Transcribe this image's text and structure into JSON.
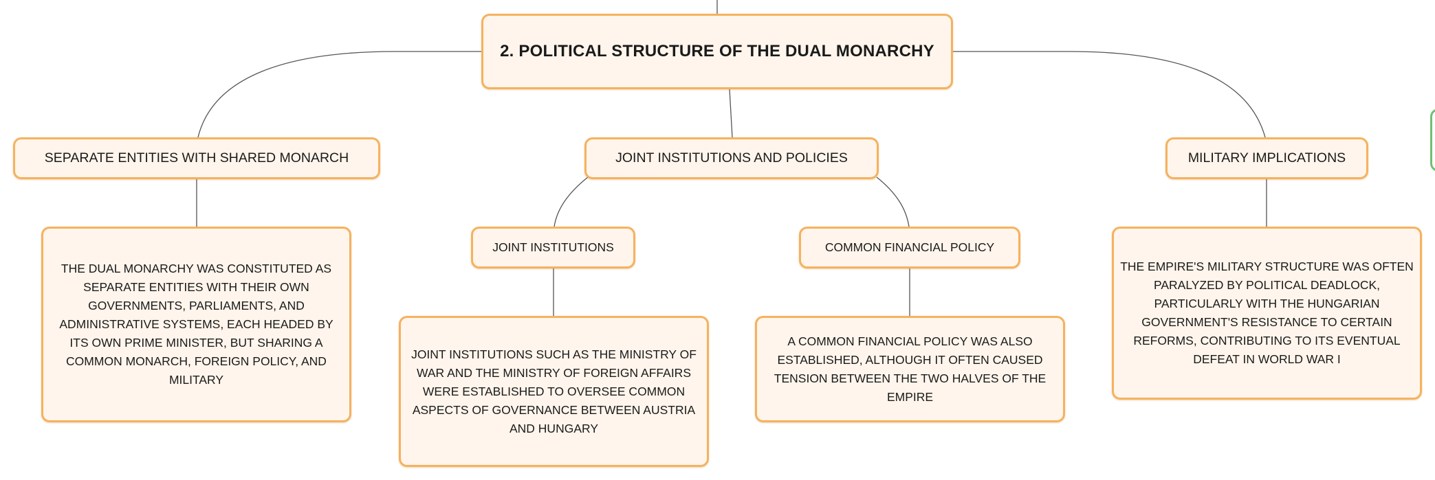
{
  "diagram": {
    "root": {
      "label": "2. POLITICAL STRUCTURE OF THE DUAL MONARCHY"
    },
    "branches": {
      "separate_entities": {
        "label": "SEPARATE ENTITIES WITH SHARED MONARCH",
        "detail": "THE DUAL MONARCHY WAS CONSTITUTED AS SEPARATE ENTITIES WITH THEIR OWN GOVERNMENTS, PARLIAMENTS, AND ADMINISTRATIVE SYSTEMS, EACH HEADED BY ITS OWN PRIME MINISTER, BUT SHARING A COMMON MONARCH, FOREIGN POLICY, AND MILITARY"
      },
      "joint_institutions_policies": {
        "label": "JOINT INSTITUTIONS AND POLICIES",
        "children": {
          "joint_institutions": {
            "label": "JOINT INSTITUTIONS",
            "detail": "JOINT INSTITUTIONS SUCH AS THE MINISTRY OF WAR AND THE MINISTRY OF FOREIGN AFFAIRS WERE ESTABLISHED TO OVERSEE COMMON ASPECTS OF GOVERNANCE BETWEEN AUSTRIA AND HUNGARY"
          },
          "common_financial_policy": {
            "label": "COMMON FINANCIAL POLICY",
            "detail": "A COMMON FINANCIAL POLICY WAS ALSO ESTABLISHED, ALTHOUGH IT OFTEN CAUSED TENSION BETWEEN THE TWO HALVES OF THE EMPIRE"
          }
        }
      },
      "military_implications": {
        "label": "MILITARY IMPLICATIONS",
        "detail": "THE EMPIRE'S MILITARY STRUCTURE WAS OFTEN PARALYZED BY POLITICAL DEADLOCK, PARTICULARLY WITH THE HUNGARIAN GOVERNMENT'S RESISTANCE TO CERTAIN REFORMS, CONTRIBUTING TO ITS EVENTUAL DEFEAT IN WORLD WAR I"
      }
    }
  },
  "colors": {
    "node_fill": "#fff5ec",
    "node_border": "#f5b25e",
    "connector": "#555555",
    "side_tab": "#6fbf73"
  }
}
